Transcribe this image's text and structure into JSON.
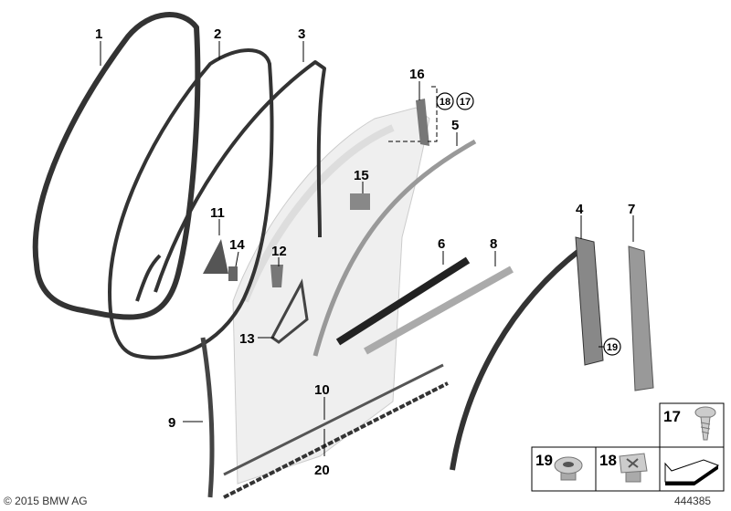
{
  "part_labels": [
    "1",
    "2",
    "3",
    "4",
    "5",
    "6",
    "7",
    "8",
    "9",
    "10",
    "11",
    "12",
    "13",
    "14",
    "15",
    "16",
    "20"
  ],
  "circled_labels": {
    "a": "18",
    "b": "17",
    "c": "19"
  },
  "detail_boxes": [
    {
      "number": "17",
      "part": "screw"
    },
    {
      "number": "19",
      "part": "clip-nut"
    },
    {
      "number": "18",
      "part": "clip-nut"
    },
    {
      "number": "",
      "part": "direction-arrow"
    }
  ],
  "copyright": "© 2015 BMW AG",
  "diagram_number": "444385",
  "colors": {
    "seal": "#333333",
    "door_panel": "#eeeeee",
    "trim": "#999999"
  }
}
